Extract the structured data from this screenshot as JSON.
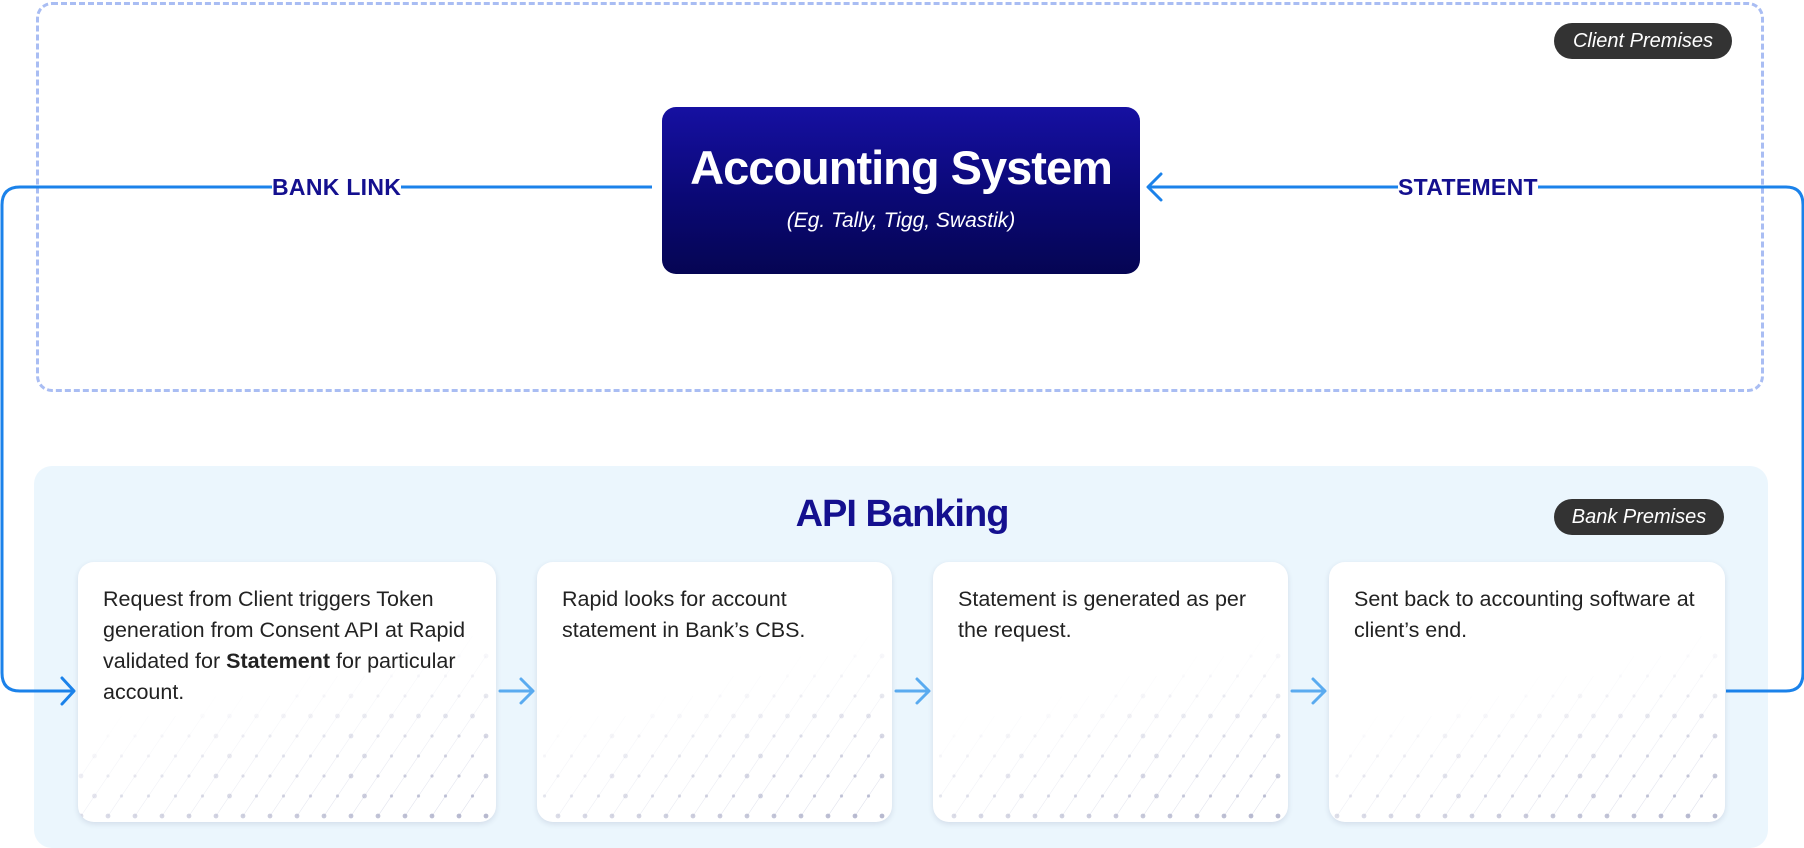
{
  "client_zone": {
    "label": "Client Premises"
  },
  "accounting_system": {
    "title": "Accounting System",
    "subtitle": "(Eg. Tally, Tigg, Swastik)"
  },
  "links": {
    "bank_link": "BANK LINK",
    "statement": "STATEMENT"
  },
  "bank_zone": {
    "title": "API Banking",
    "label": "Bank Premises"
  },
  "steps": [
    {
      "text_before": "Request from Client triggers Token generation from Consent API at Rapid validated for ",
      "text_bold": "Statement",
      "text_after": " for particular account."
    },
    {
      "text": "Rapid looks for account statement in Bank’s CBS."
    },
    {
      "text": "Statement is generated as per the request."
    },
    {
      "text": "Sent back to accounting software at client’s end."
    }
  ],
  "colors": {
    "flow_line": "#1b82ea",
    "step_arrow": "#5aabf0",
    "dashed_border": "#a9bdf3",
    "navy": "#14108f",
    "bank_bg": "#ebf6fd"
  }
}
